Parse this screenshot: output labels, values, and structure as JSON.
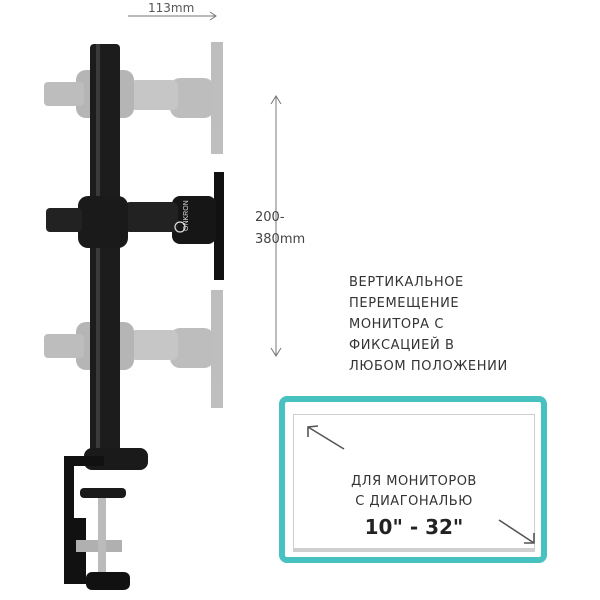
{
  "dimensions": {
    "width_label": "113mm",
    "vesa_line1": "200-",
    "vesa_line2": "380mm"
  },
  "brand": "ONKRON",
  "feature_text": {
    "line1": "ВЕРТИКАЛЬНОЕ",
    "line2": "ПЕРЕМЕЩЕНИЕ",
    "line3": "МОНИТОРА С",
    "line4": "ФИКСАЦИЕЙ В",
    "line5": "ЛЮБОМ ПОЛОЖЕНИИ"
  },
  "screen_card": {
    "line1": "ДЛЯ МОНИТОРОВ",
    "line2": "С ДИАГОНАЛЬЮ",
    "size_range": "10\" - 32\""
  },
  "colors": {
    "accent": "#47c2c0",
    "mount_black": "#1a1a1a",
    "ghost_gray": "#9a9a9a"
  }
}
